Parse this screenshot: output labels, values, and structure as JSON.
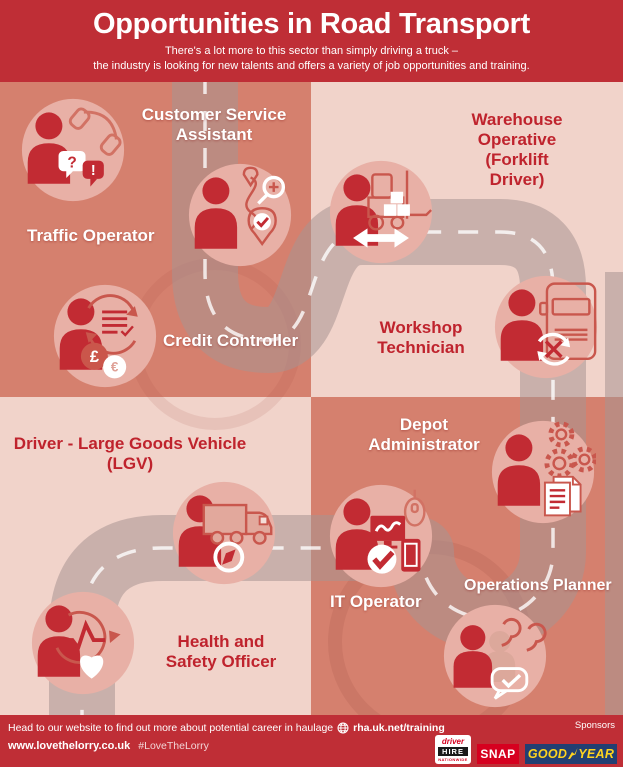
{
  "header": {
    "title": "Opportunities in Road Transport",
    "subtitle": "There's a lot more to this sector than simply driving a truck –\nthe industry is looking for new talents and offers a variety of job opportunities and training."
  },
  "jobs": {
    "customer_service": "Customer Service\nAssistant",
    "traffic_operator": "Traffic Operator",
    "credit_controller": "Credit Controller",
    "warehouse_operative": "Warehouse Operative\n(Forklift Driver)",
    "workshop_technician": "Workshop\nTechnician",
    "driver_lgv": "Driver - Large Goods Vehicle\n(LGV)",
    "depot_administrator": "Depot\nAdministrator",
    "it_operator": "IT Operator",
    "operations_planner": "Operations Planner",
    "health_safety": "Health and\nSafety Officer"
  },
  "glyphs": {
    "question": "?",
    "exclamation": "!",
    "pound": "£",
    "euro": "€"
  },
  "footer": {
    "cta": "Head to our website to find out more about potential career in haulage",
    "training_url": "rha.uk.net/training",
    "website": "www.lovethelorry.co.uk",
    "hashtag": "#LoveTheLorry",
    "sponsors_label": "Sponsors",
    "sponsors": [
      {
        "name": "Driver Hire Nationwide",
        "lines": [
          "driver",
          "HIRE",
          "NATIONWIDE"
        ]
      },
      {
        "name": "SNAP",
        "label": "SNAP"
      },
      {
        "name": "Goodyear",
        "label_left": "GOOD",
        "label_right": "YEAR"
      }
    ]
  },
  "colors": {
    "header_red": "#bf2e36",
    "panel_dark": "#d5806e",
    "panel_light": "#f1d3ca",
    "accent_red": "#bf232d",
    "person_red": "#c22b33",
    "circle_fill": "#e8b0a6",
    "snap_red": "#d6001f",
    "goodyear_blue": "#223f72",
    "goodyear_yellow": "#ffd41f"
  }
}
